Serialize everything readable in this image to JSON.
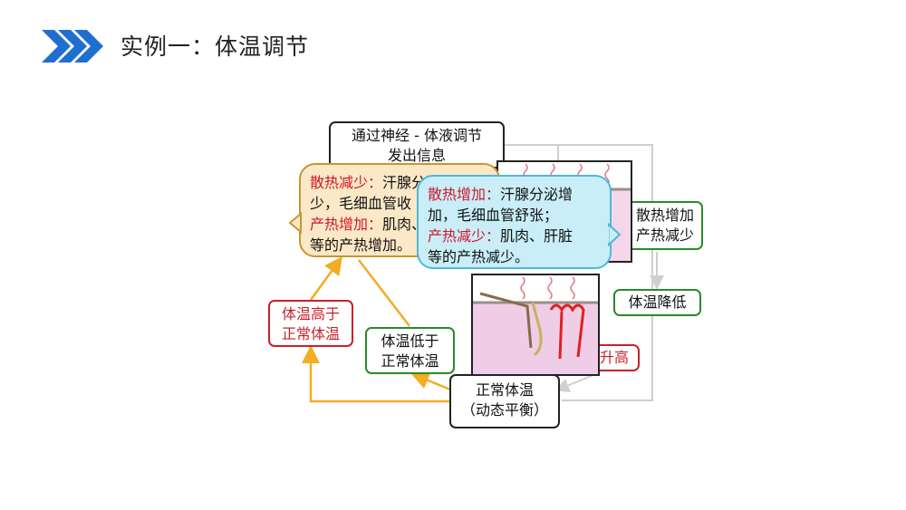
{
  "header": {
    "title": "实例一：体温调节"
  },
  "diagram": {
    "center_source": {
      "line1": "通过神经 - 体液调节",
      "line2": "发出信息"
    },
    "normal_temp": {
      "line1": "正常体温",
      "line2": "（动态平衡）"
    },
    "left_high": {
      "line1": "体温高于",
      "line2": "正常体温"
    },
    "left_low": {
      "line1": "体温低于",
      "line2": "正常体温"
    },
    "right_increase": {
      "line1": "散热增加",
      "line2": "产热减少"
    },
    "right_lower": {
      "text": "体温降低"
    },
    "right_raise": {
      "text": "升高"
    },
    "bubble_warm": {
      "label1": "散热减少：",
      "text1": "汗腺分泌减少，毛细血管收缩；",
      "label2": "产热增加：",
      "text2": "肌肉、肝脏等的产热增加。",
      "visible_text1": "汗腺分泌减",
      "visible_line2": "少，毛细血管收",
      "visible_text2": "肌肉、",
      "visible_line4": "等的产热增加。"
    },
    "bubble_cool": {
      "label1": "散热增加：",
      "text1": "汗腺分泌增",
      "line2": "加，毛细血管舒张；",
      "label2": "产热减少：",
      "text2": "肌肉、肝脏",
      "line4": "等的产热减少。"
    }
  },
  "colors": {
    "accent_blue": "#1f6fd1",
    "arrow_orange": "#f2ad22",
    "red": "#c8212b",
    "green": "#2a8a2a"
  }
}
